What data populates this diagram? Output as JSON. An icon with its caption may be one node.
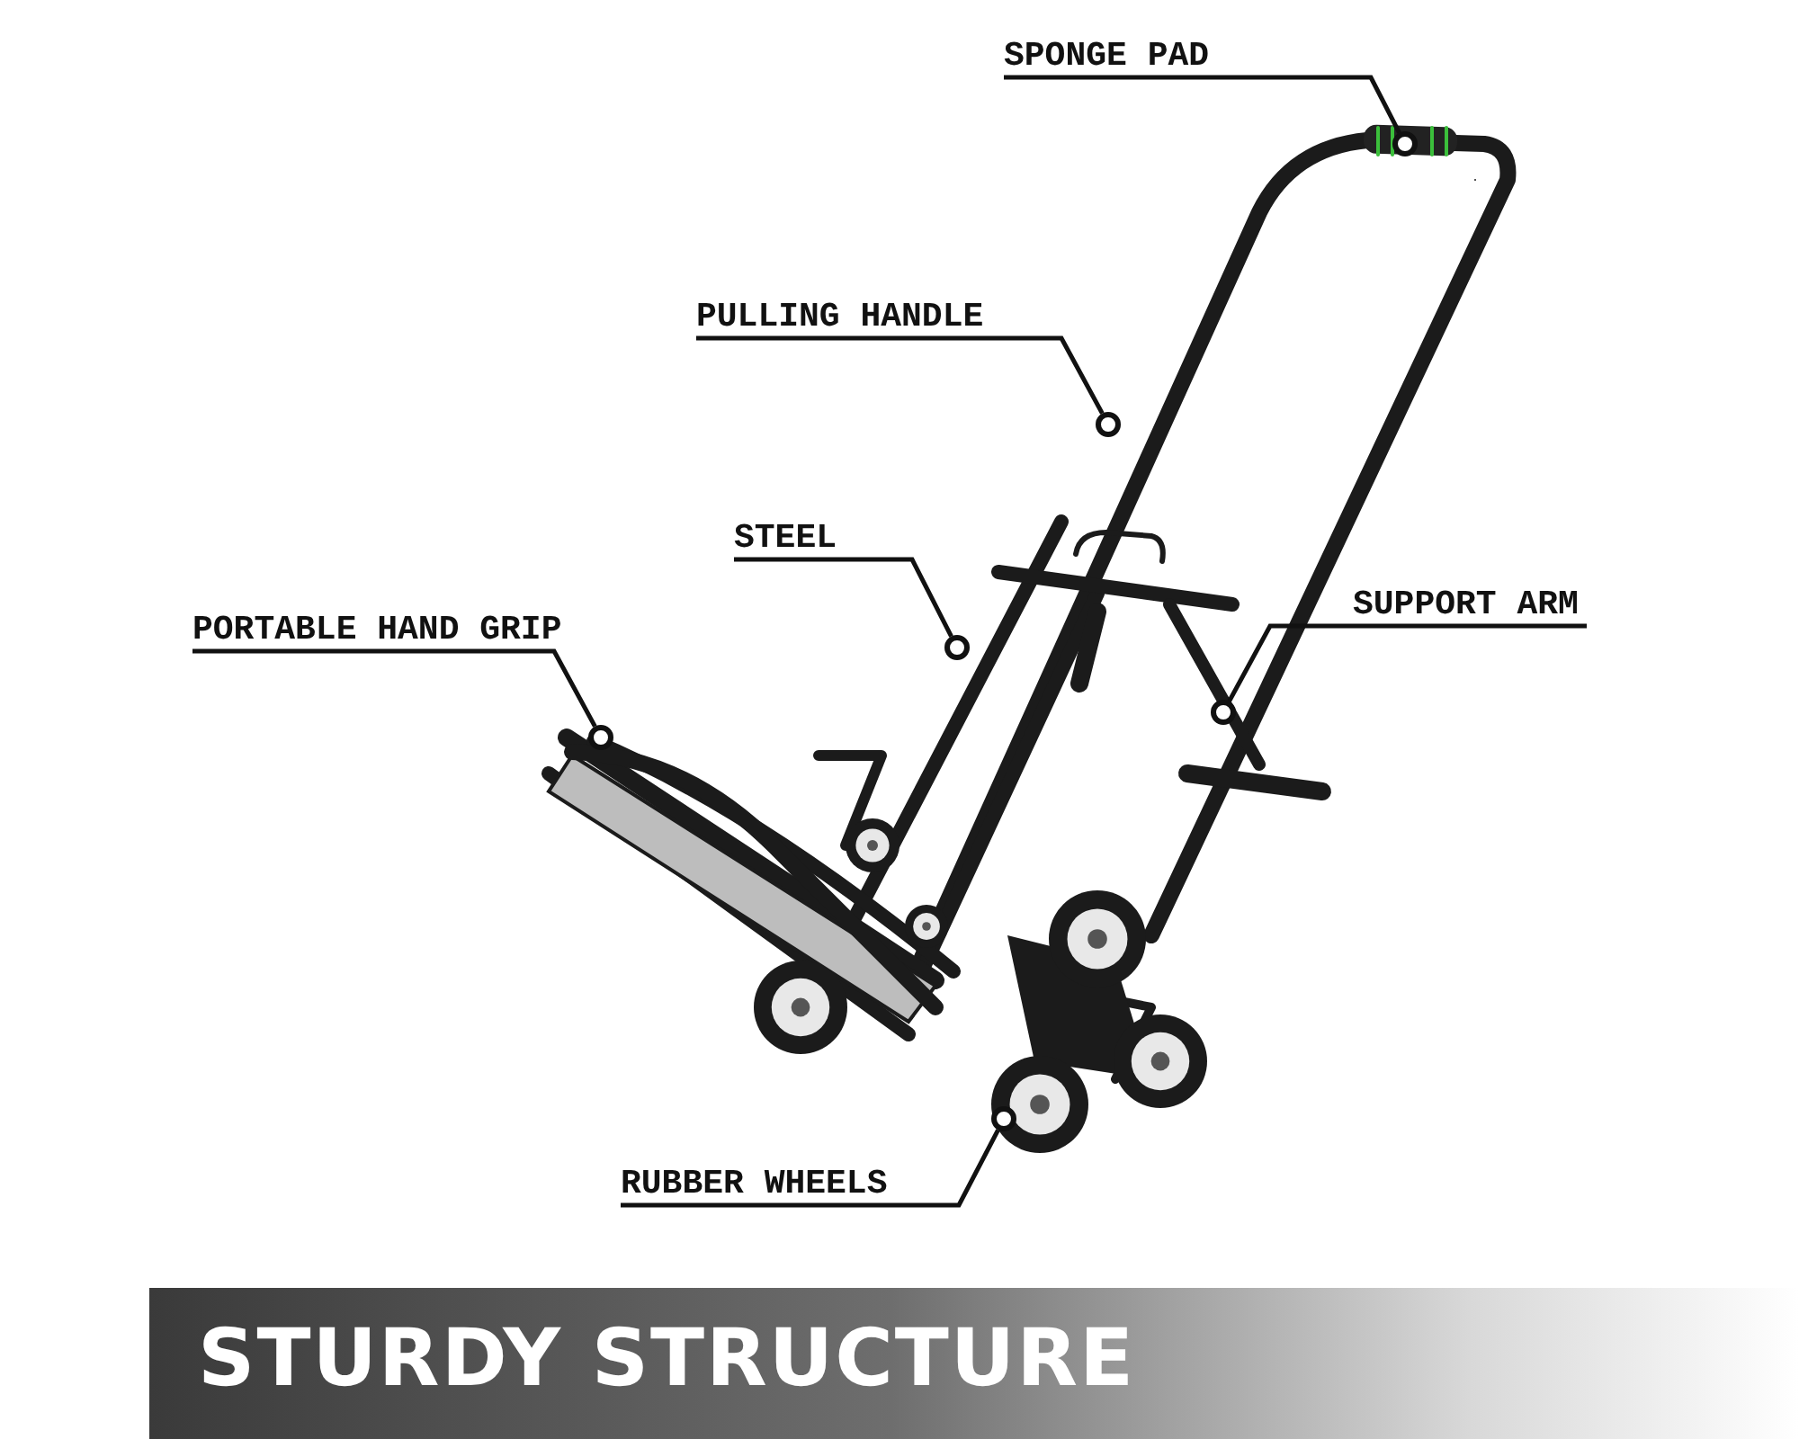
{
  "diagram": {
    "title": "STURDY STRUCTURE",
    "nodes": [
      {
        "text": [
          "SPONGE PAD"
        ]
      },
      {
        "text": [],
        "shape": "circle"
      },
      {
        "text": [
          "PULLING HANDLE"
        ]
      },
      {
        "text": [],
        "shape": "circle"
      },
      {
        "text": [
          "STEEL"
        ]
      },
      {
        "text": [],
        "shape": "circle"
      },
      {
        "text": [
          "SUPPORT ARM"
        ]
      },
      {
        "text": [],
        "shape": "circle"
      },
      {
        "text": [
          "PORTABLE HAND GRIP"
        ]
      },
      {
        "text": [],
        "shape": "circle"
      },
      {
        "text": [
          "RUBBER WHEELS"
        ]
      },
      {
        "text": [],
        "shape": "circle"
      }
    ],
    "edges": [
      {
        "from": 0,
        "to": 1,
        "arrow": "none"
      },
      {
        "from": 2,
        "to": 3,
        "arrow": "none"
      },
      {
        "from": 4,
        "to": 5,
        "arrow": "none"
      },
      {
        "from": 6,
        "to": 7,
        "arrow": "none"
      },
      {
        "from": 8,
        "to": 9,
        "arrow": "none"
      },
      {
        "from": 10,
        "to": 11,
        "arrow": "none"
      }
    ]
  }
}
